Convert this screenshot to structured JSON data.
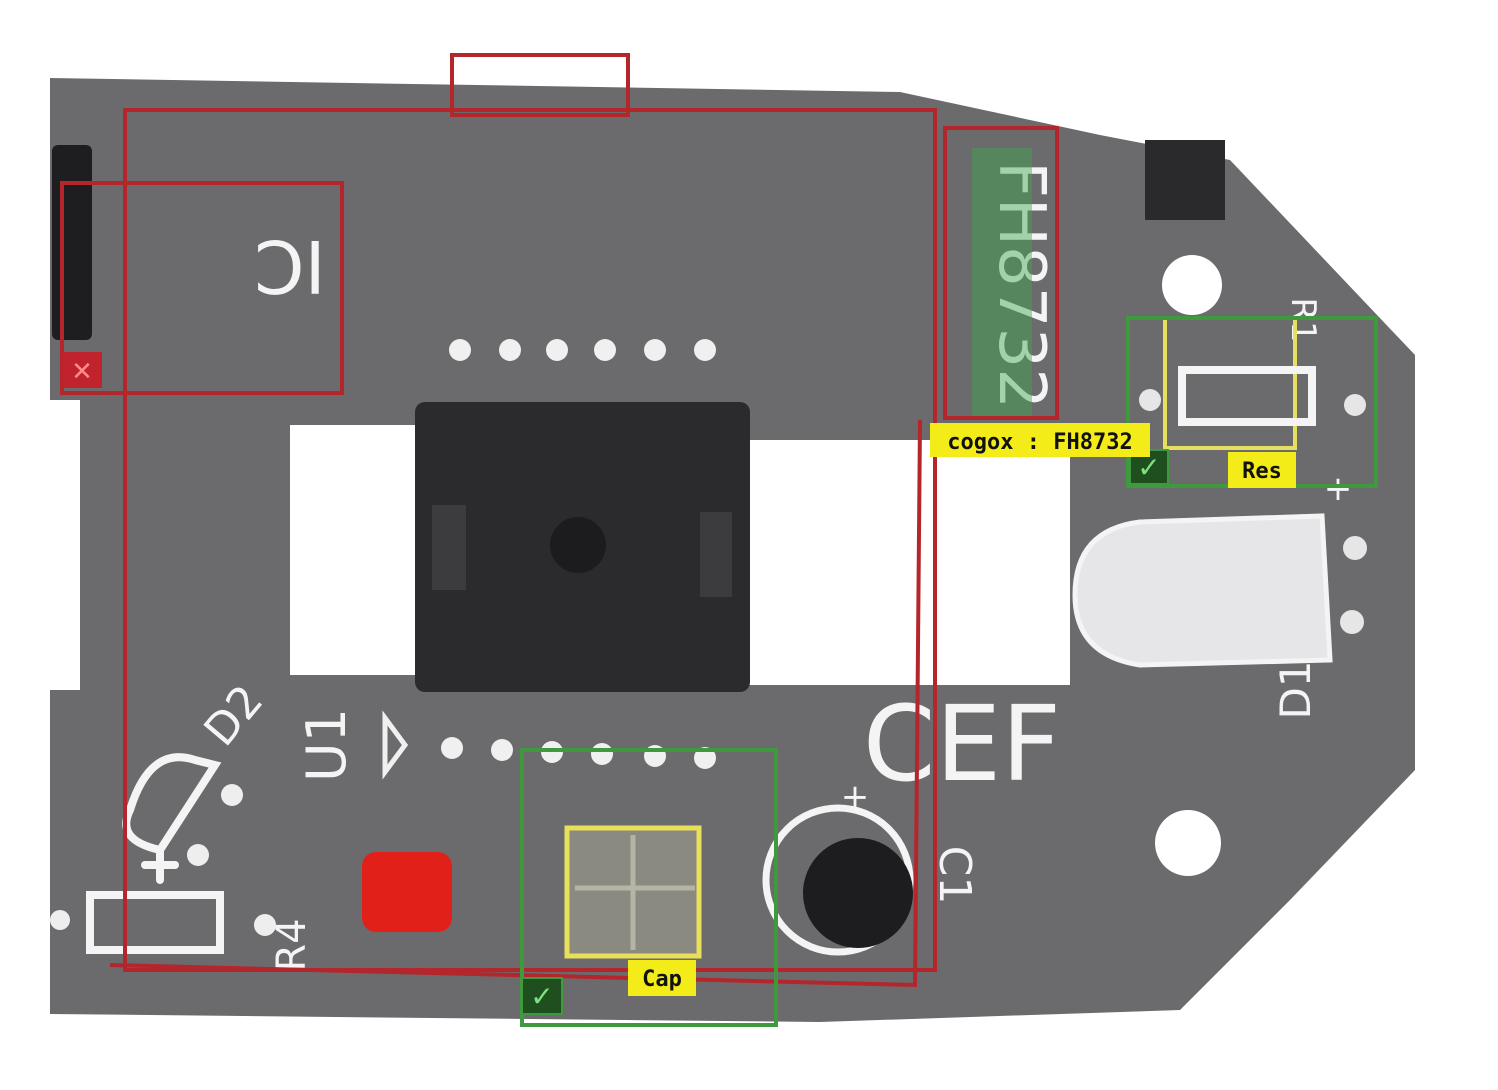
{
  "silkscreen": {
    "ic_label": "IC",
    "ic_part": "FH8732",
    "u1_label": "U1",
    "d1_label": "D1",
    "d2_label": "D2",
    "r4_label": "R4",
    "c1_label": "C1",
    "r1_label": "R1",
    "ce_mark": "CEF",
    "plus_sign": "+"
  },
  "annotations": {
    "ic_tag": "cogox : FH8732",
    "res_tag": "Res",
    "cap_tag": "Cap",
    "check_mark": "✓",
    "error_mark": "✕"
  },
  "colors": {
    "board": "#6b6b6d",
    "chip": "#2b2b2d",
    "error_box": "#b3262c",
    "ok_box": "#3f9a3f",
    "tag_bg": "#f4ec18",
    "led_red": "#e2201a"
  }
}
